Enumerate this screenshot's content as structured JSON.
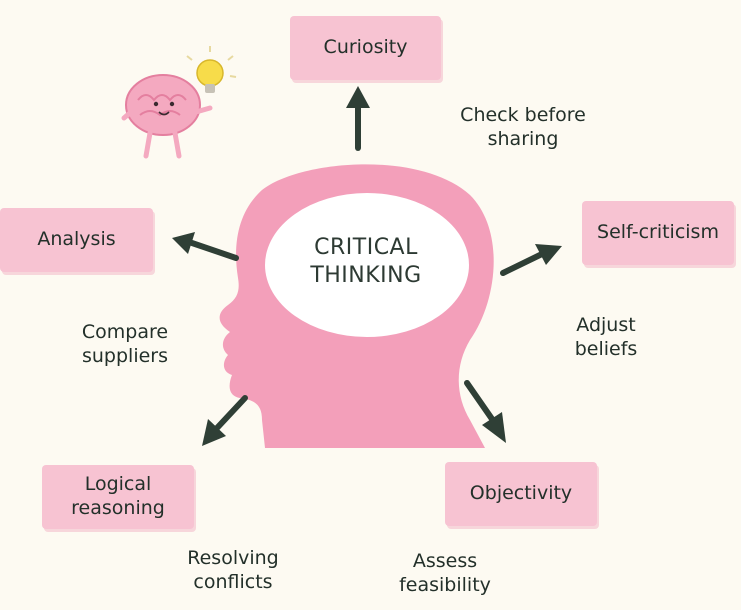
{
  "center": {
    "line1": "CRITICAL",
    "line2": "THINKING"
  },
  "boxes": {
    "curiosity": "Curiosity",
    "analysis": "Analysis",
    "self_criticism": "Self-criticism",
    "logical_reasoning_line1": "Logical",
    "logical_reasoning_line2": "reasoning",
    "objectivity": "Objectivity"
  },
  "notes": {
    "check_line1": "Check before",
    "check_line2": "sharing",
    "compare_line1": "Compare",
    "compare_line2": "suppliers",
    "adjust_line1": "Adjust",
    "adjust_line2": "beliefs",
    "resolving_line1": "Resolving",
    "resolving_line2": "conflicts",
    "assess_line1": "Assess",
    "assess_line2": "feasibility"
  },
  "colors": {
    "background": "#fdfaf2",
    "box_pink": "#f7c3d2",
    "head_pink": "#f39fba",
    "arrow": "#2f3f36",
    "bulb_yellow": "#f7dc4a"
  },
  "icons": [
    "head-silhouette-icon",
    "brain-mascot-icon",
    "light-bulb-icon",
    "arrow-icon"
  ]
}
